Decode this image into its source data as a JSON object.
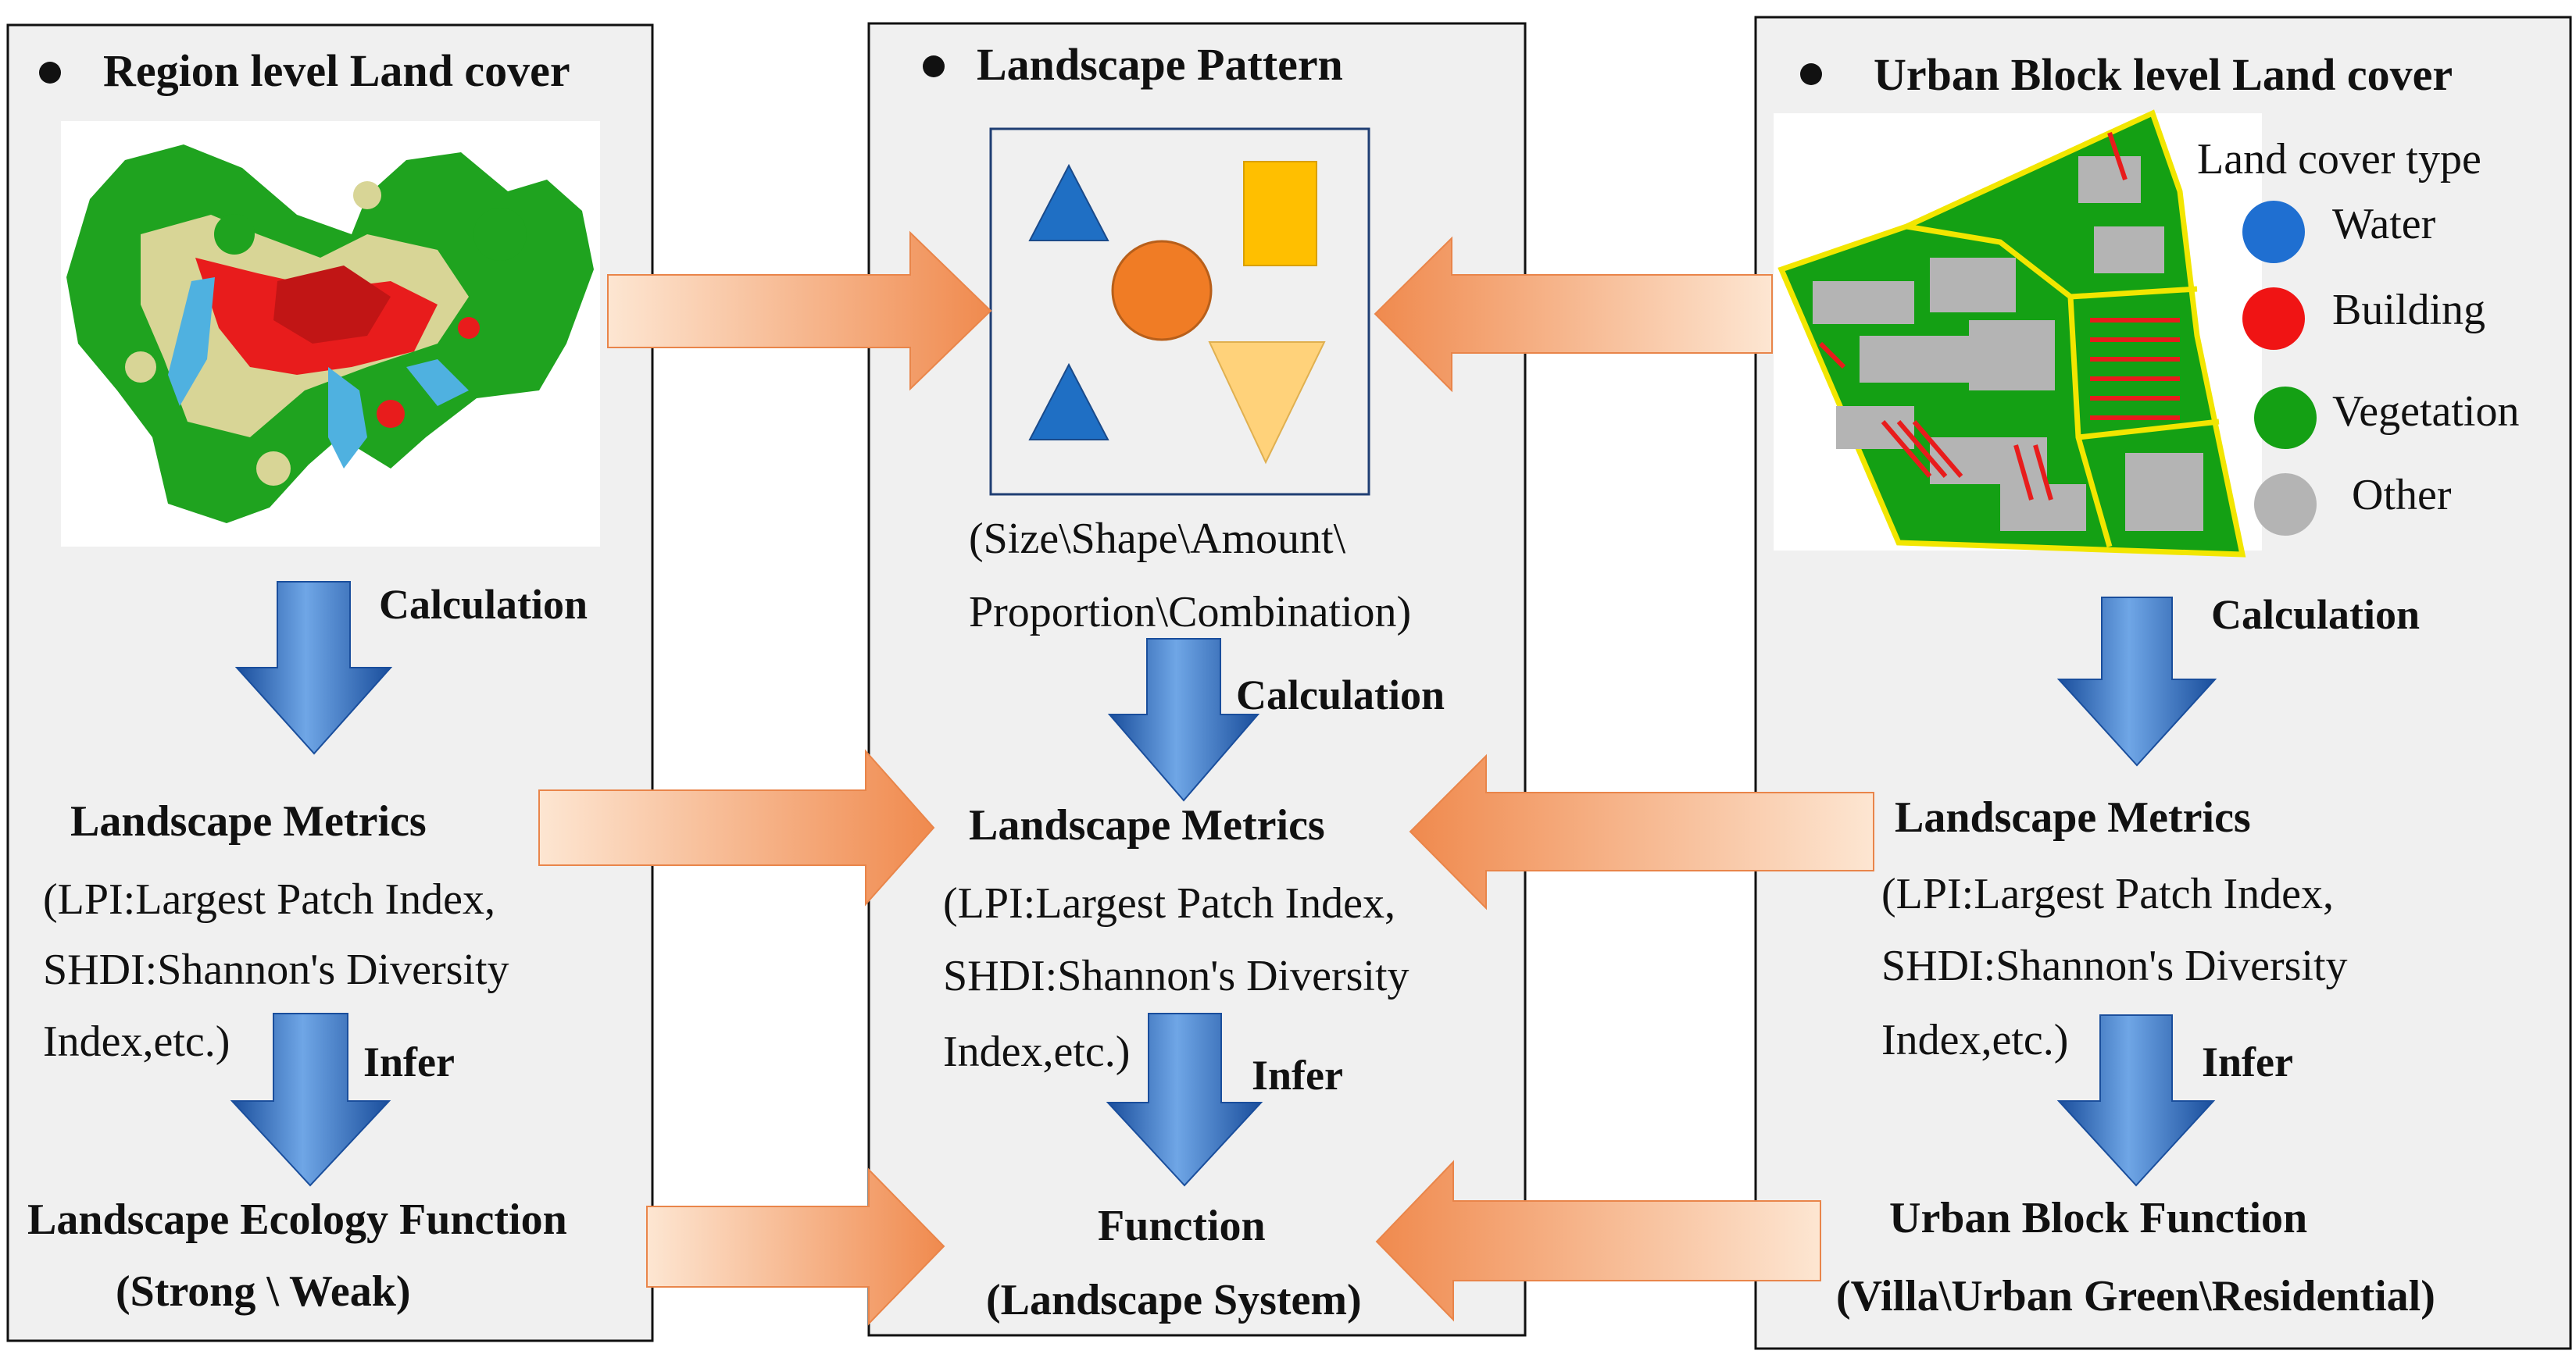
{
  "left_panel": {
    "title": "Region level Land cover",
    "calc_label": "Calculation",
    "metrics_title": "Landscape Metrics",
    "metrics_line1": "(LPI:Largest Patch Index,",
    "metrics_line2": "SHDI:Shannon's Diversity",
    "metrics_line3": "Index,etc.)",
    "infer_label": "Infer",
    "function_title": "Landscape Ecology Function",
    "function_sub": "(Strong \\ Weak)"
  },
  "middle_panel": {
    "title": "Landscape Pattern",
    "pattern_line1": "(Size\\Shape\\Amount\\",
    "pattern_line2": "Proportion\\Combination)",
    "calc_label": "Calculation",
    "metrics_title": "Landscape Metrics",
    "metrics_line1": "(LPI:Largest Patch Index,",
    "metrics_line2": "SHDI:Shannon's Diversity",
    "metrics_line3": "Index,etc.)",
    "infer_label": "Infer",
    "function_title": "Function",
    "function_sub": "(Landscape System)"
  },
  "right_panel": {
    "title": "Urban Block level Land cover",
    "legend_title": "Land cover type",
    "legend_items": [
      {
        "label": "Water",
        "color": "#1f6fd1"
      },
      {
        "label": "Building",
        "color": "#f01414"
      },
      {
        "label": "Vegetation",
        "color": "#14a014"
      },
      {
        "label": "Other",
        "color": "#b4b4b4"
      }
    ],
    "calc_label": "Calculation",
    "metrics_title": "Landscape Metrics",
    "metrics_line1": "(LPI:Largest Patch Index,",
    "metrics_line2": "SHDI:Shannon's Diversity",
    "metrics_line3": "Index,etc.)",
    "infer_label": "Infer",
    "function_title": "Urban Block Function",
    "function_sub": "(Villa\\Urban Green\\Residential)"
  },
  "colors": {
    "panel_fill": "#f0f0f0",
    "flow_arrow_light": "#fde6d2",
    "flow_arrow_dark": "#f08a4e",
    "down_arrow_light": "#6fa6e6",
    "down_arrow_dark": "#1a4e9c",
    "triangle": "#1f6fc4",
    "circle": "#f07c25",
    "square": "#ffbf00",
    "inverted_triangle": "#ffd27a"
  }
}
